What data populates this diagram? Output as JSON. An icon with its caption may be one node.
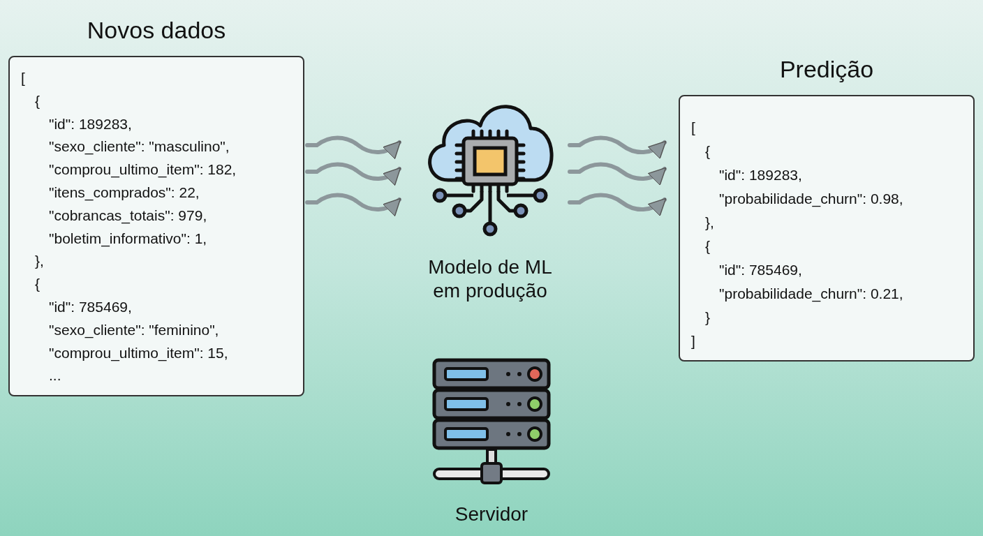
{
  "diagram": {
    "nodes": [
      {
        "text": [
          "Novos dados",
          "[",
          "{",
          "\"id\": 189283,",
          "\"sexo_cliente\": \"masculino\",",
          "\"comprou_ultimo_item\": 182,",
          "\"itens_comprados\": 22,",
          "\"cobrancas_totais\": 979,",
          "\"boletim_informativo\": 1,",
          "},",
          "{",
          "\"id\": 785469,",
          "\"sexo_cliente\": \"feminino\",",
          "\"comprou_ultimo_item\": 15,",
          "..."
        ]
      },
      {
        "text": [
          "Modelo de ML em produção"
        ]
      },
      {
        "text": [
          "Predição",
          "[",
          "{",
          "\"id\": 189283,",
          "\"probabilidade_churn\": 0.98,",
          "},",
          "{",
          "\"id\": 785469,",
          "\"probabilidade_churn\": 0.21,",
          "}",
          "]"
        ]
      },
      {
        "text": [
          "Servidor"
        ]
      }
    ],
    "edges": [
      {
        "from": 0,
        "to": 1,
        "arrow": "to"
      },
      {
        "from": 0,
        "to": 1,
        "arrow": "to"
      },
      {
        "from": 0,
        "to": 1,
        "arrow": "to"
      },
      {
        "from": 1,
        "to": 2,
        "arrow": "to"
      },
      {
        "from": 1,
        "to": 2,
        "arrow": "to"
      },
      {
        "from": 1,
        "to": 2,
        "arrow": "to"
      }
    ]
  }
}
